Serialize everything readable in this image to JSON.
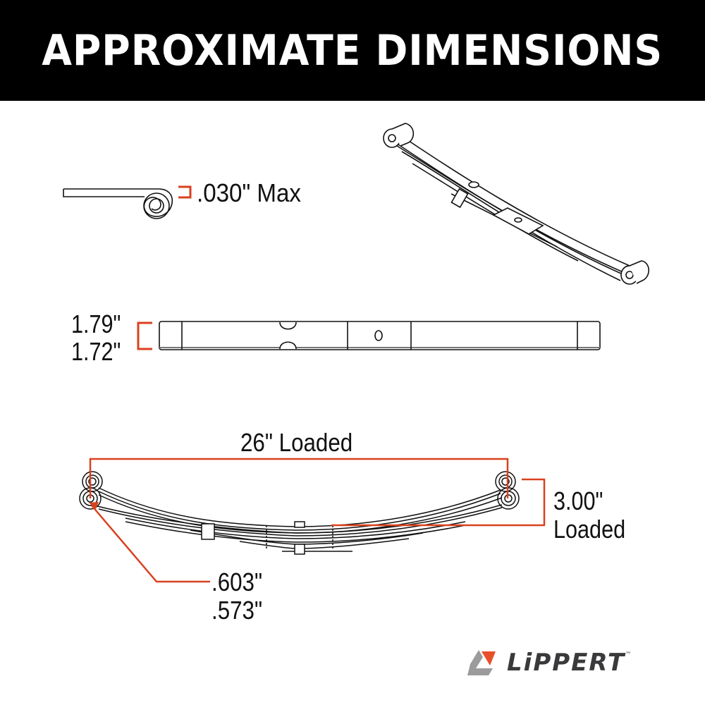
{
  "header": {
    "title": "APPROXIMATE DIMENSIONS"
  },
  "dimensions": {
    "eye_gap": ".030\" Max",
    "width_max": "1.79\"",
    "width_min": "1.72\"",
    "length": "26\" Loaded",
    "arch_value": "3.00\"",
    "arch_label": "Loaded",
    "eye_id_max": ".603\"",
    "eye_id_min": ".573\""
  },
  "views": {
    "eye_profile": "spring-eye-side-view",
    "isometric": "leaf-spring-isometric",
    "top": "leaf-spring-top-view",
    "side": "leaf-spring-side-view"
  },
  "colors": {
    "accent": "#d9411e",
    "line": "#111111",
    "header_bg": "#000000",
    "logo_dark": "#3a3a3c",
    "logo_orange": "#e8502a",
    "logo_gray": "#9b9b9b"
  },
  "brand": {
    "name": "LiPPERT",
    "trademark": "™"
  }
}
